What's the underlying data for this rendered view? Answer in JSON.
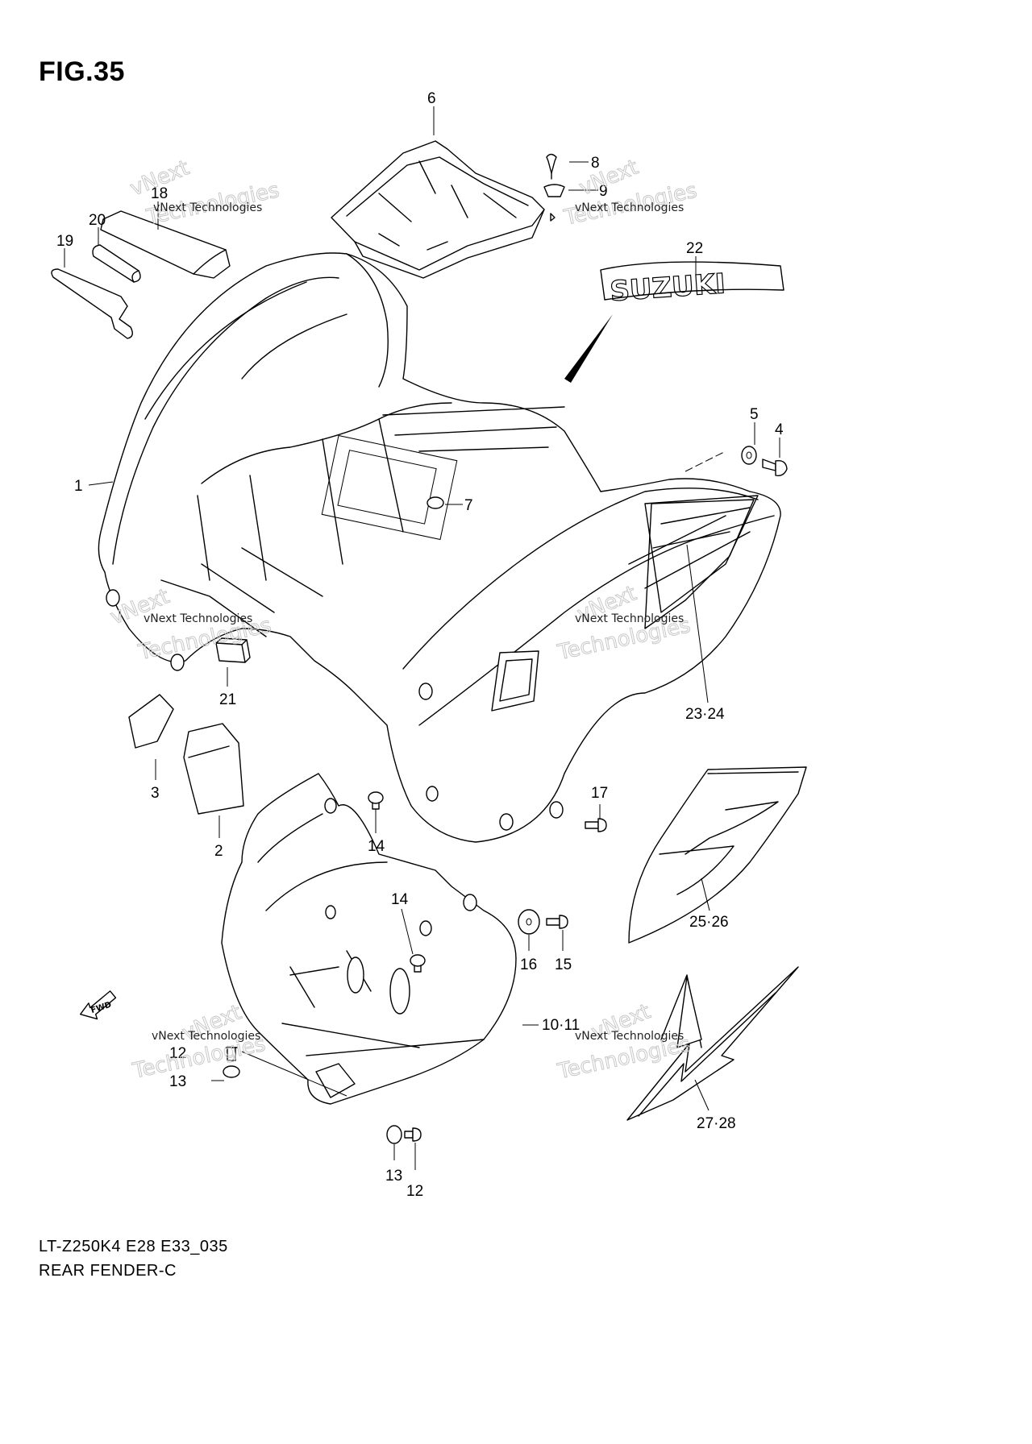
{
  "figure": {
    "title": "FIG.35",
    "model_code": "LT-Z250K4 E28 E33_035",
    "section_name": "REAR FENDER-C"
  },
  "callouts": [
    "6",
    "8",
    "9",
    "18",
    "20",
    "19",
    "22",
    "5",
    "4",
    "1",
    "7",
    "23·24",
    "21",
    "3",
    "2",
    "14",
    "17",
    "14",
    "16",
    "15",
    "25·26",
    "10·11",
    "12",
    "13",
    "13",
    "12",
    "27·28"
  ],
  "watermark": {
    "company": "vNext Technologies",
    "logo_top": "vNext",
    "logo_bottom": "Technologies"
  },
  "direction_marker": "FWD"
}
